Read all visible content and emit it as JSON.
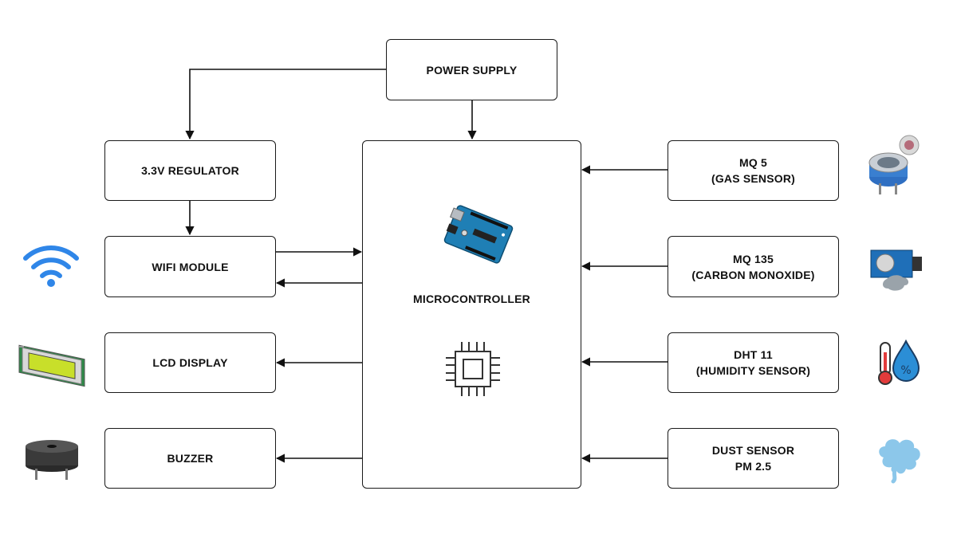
{
  "diagram": {
    "power_supply": "POWER SUPPLY",
    "regulator": "3.3V REGULATOR",
    "wifi": "WIFI MODULE",
    "lcd": "LCD DISPLAY",
    "buzzer": "BUZZER",
    "microcontroller": "MICROCONTROLLER",
    "mq5": [
      "MQ 5",
      "(GAS SENSOR)"
    ],
    "mq135": [
      "MQ 135",
      "(CARBON MONOXIDE)"
    ],
    "dht11": [
      "DHT 11",
      "(HUMIDITY SENSOR)"
    ],
    "dust": [
      "DUST SENSOR",
      "PM 2.5"
    ]
  },
  "icons": {
    "wifi": "wifi-icon",
    "lcd": "lcd-module-icon",
    "buzzer": "buzzer-icon",
    "arduino": "arduino-board-icon",
    "chip": "chip-icon",
    "mq5": "gas-sensor-icon",
    "mq135": "air-quality-sensor-icon",
    "dht11": "thermometer-humidity-icon",
    "dust": "dust-cloud-icon"
  },
  "colors": {
    "wifi_blue": "#2f86e8",
    "lcd_screen": "#c8df2a",
    "board_blue": "#1f7fb5",
    "dust_blue": "#8cc7ea",
    "droplet_blue": "#2b8ed6",
    "thermo_red": "#e23b3b"
  }
}
